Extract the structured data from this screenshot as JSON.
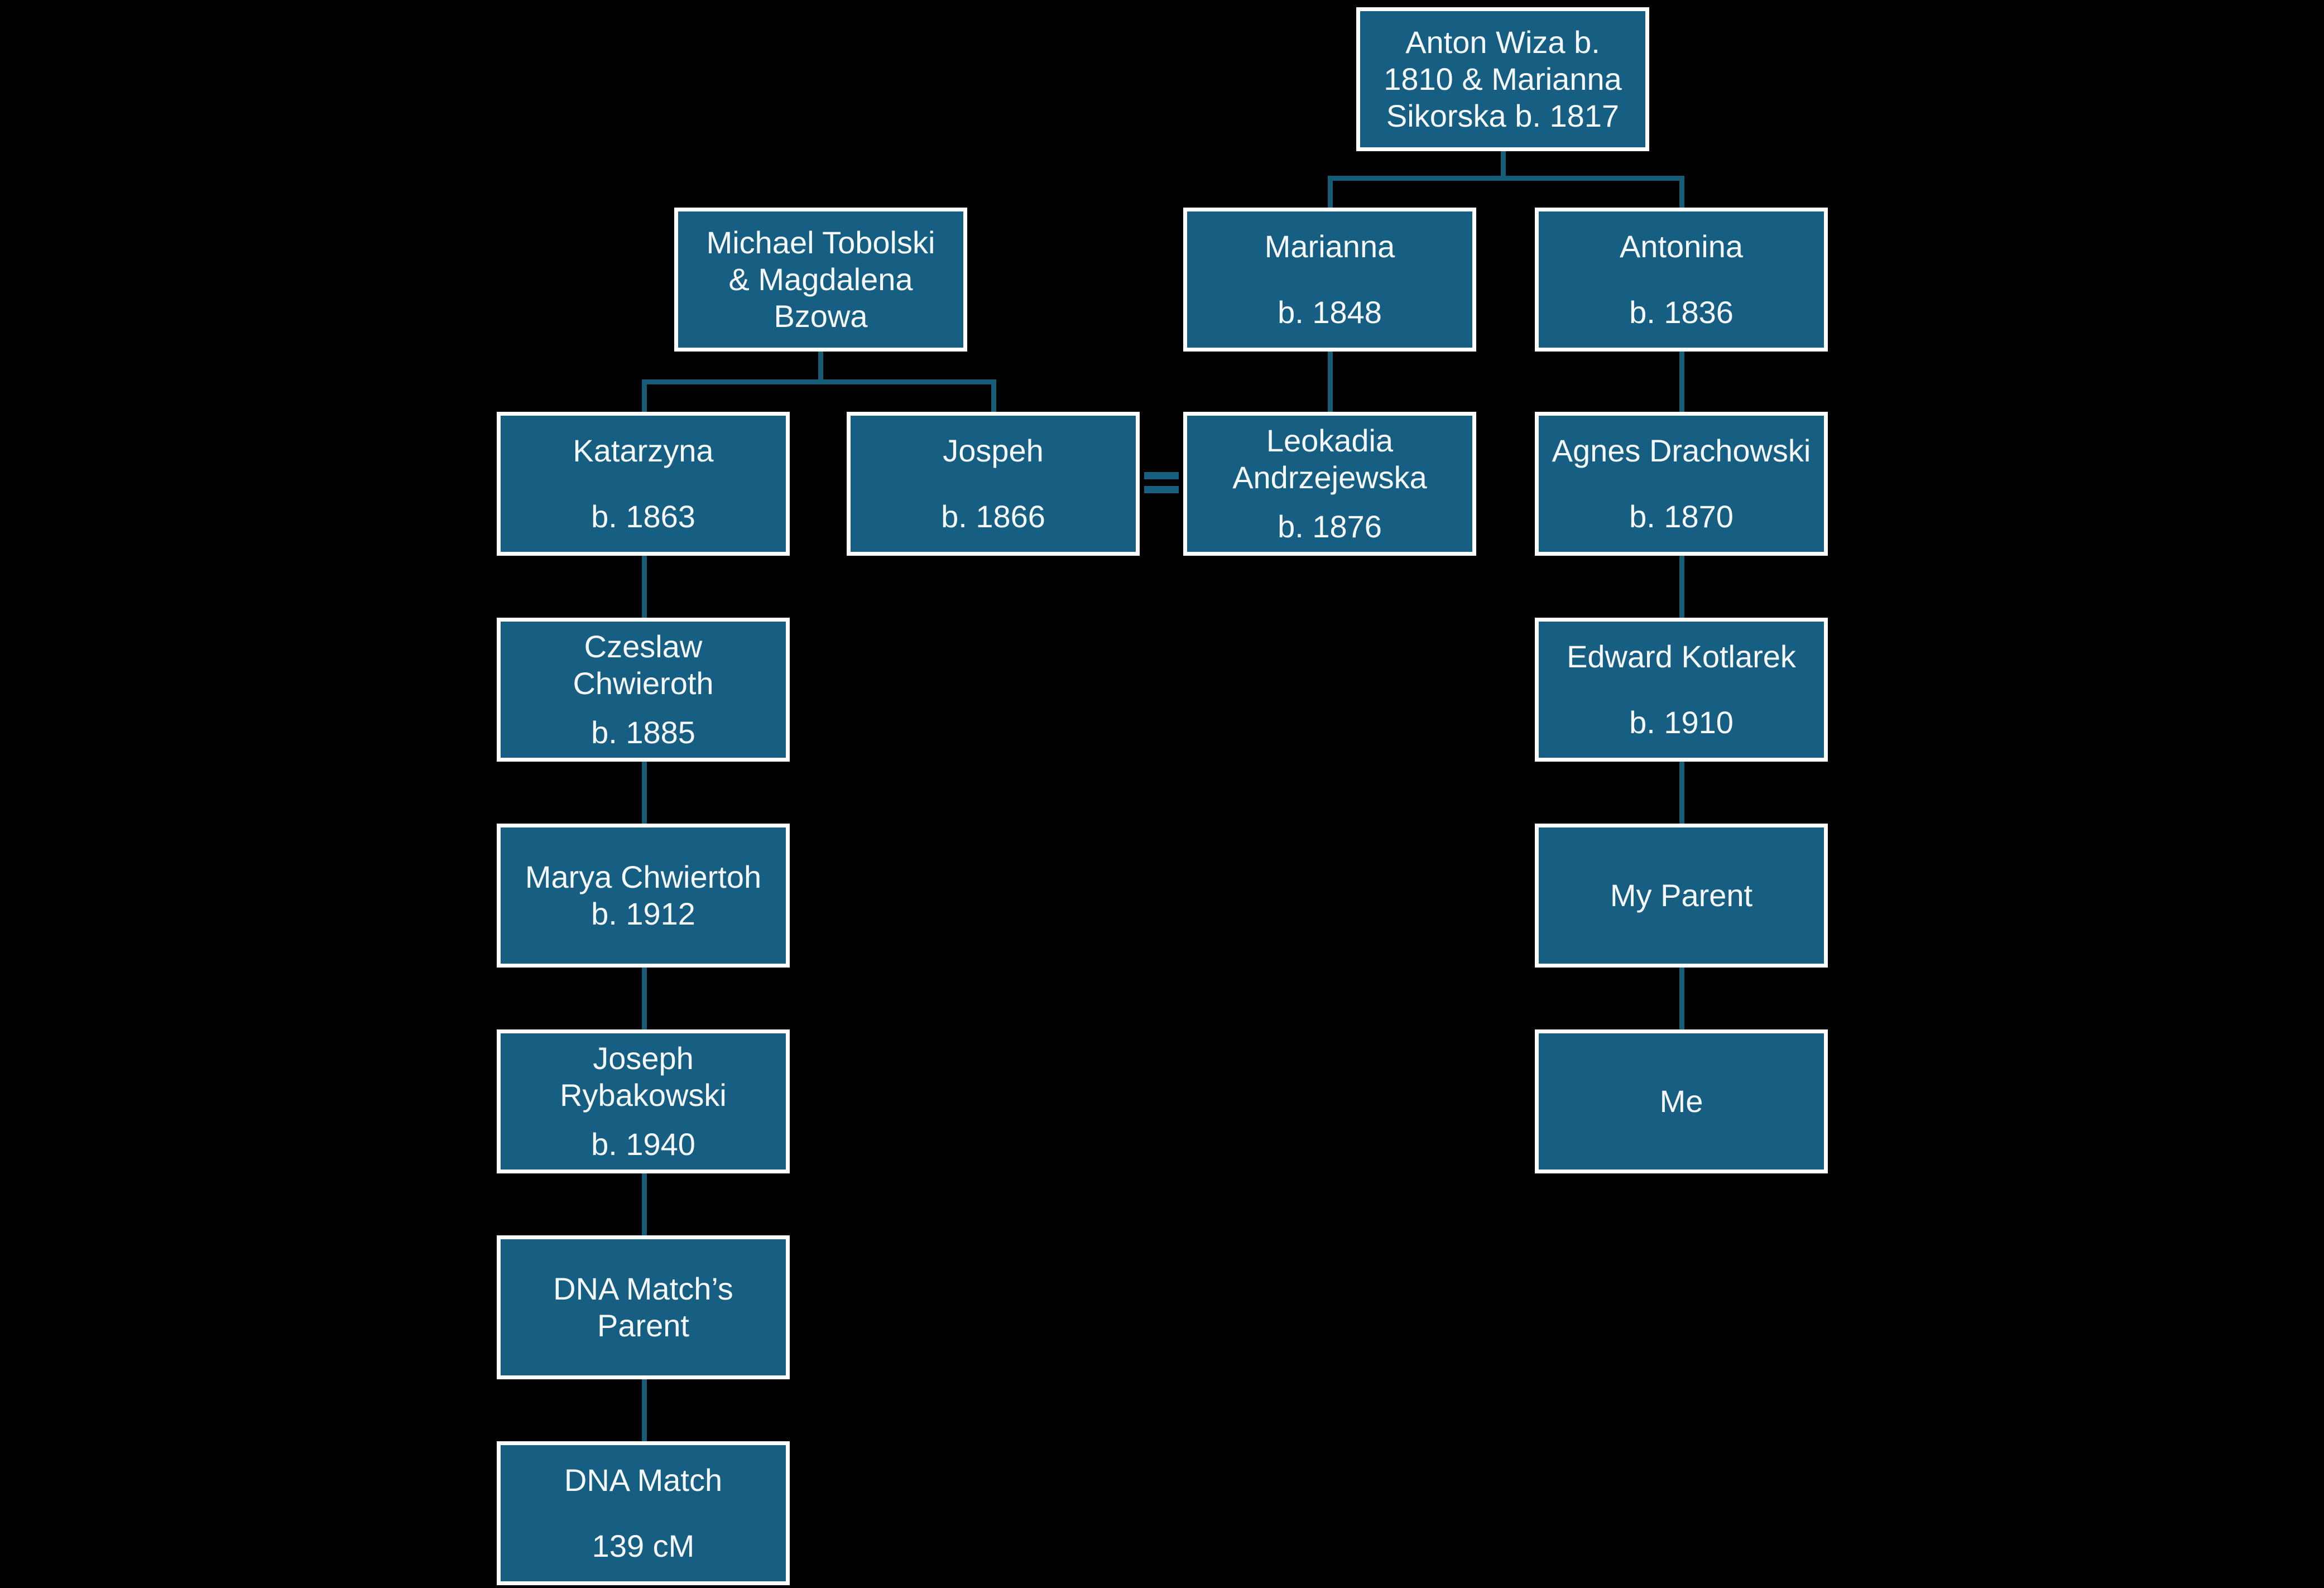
{
  "diagram": {
    "type": "family-tree",
    "spouse_marker": "=",
    "colors": {
      "background": "#000000",
      "box_fill": "#175F82",
      "box_border": "#FFFFFF",
      "connector": "#165C77",
      "text": "#F6F9FB"
    },
    "nodes": {
      "anton": {
        "name": "Anton Wiza b.\n1810 & Marianna\nSikorska b. 1817",
        "sub": ""
      },
      "michael": {
        "name": "Michael Tobolski\n& Magdalena\nBzowa",
        "sub": ""
      },
      "marianna": {
        "name": "Marianna",
        "sub": "b. 1848"
      },
      "antonina": {
        "name": "Antonina",
        "sub": "b. 1836"
      },
      "katarzyna": {
        "name": "Katarzyna",
        "sub": "b. 1863"
      },
      "jospeh": {
        "name": "Jospeh",
        "sub": "b. 1866"
      },
      "leokadia": {
        "name": "Leokadia\nAndrzejewska",
        "sub": "b. 1876"
      },
      "agnes": {
        "name": "Agnes Drachowski",
        "sub": "b. 1870"
      },
      "czeslaw": {
        "name": "Czeslaw\nChwieroth",
        "sub": "b. 1885"
      },
      "edward": {
        "name": "Edward Kotlarek",
        "sub": "b. 1910"
      },
      "marya": {
        "name": "Marya Chwiertoh",
        "sub": "b. 1912"
      },
      "my_parent": {
        "name": "My Parent",
        "sub": ""
      },
      "josephr": {
        "name": "Joseph\nRybakowski",
        "sub": "b. 1940"
      },
      "me": {
        "name": "Me",
        "sub": ""
      },
      "dna_match_parent": {
        "name": "DNA Match’s\nParent",
        "sub": ""
      },
      "dna_match": {
        "name": "DNA Match",
        "sub": "139 cM"
      }
    },
    "edges": [
      {
        "from": "anton",
        "to": "marianna",
        "type": "parent-child"
      },
      {
        "from": "anton",
        "to": "antonina",
        "type": "parent-child"
      },
      {
        "from": "michael",
        "to": "katarzyna",
        "type": "parent-child"
      },
      {
        "from": "michael",
        "to": "jospeh",
        "type": "parent-child"
      },
      {
        "from": "jospeh",
        "to": "leokadia",
        "type": "spouse"
      },
      {
        "from": "marianna",
        "to": "leokadia",
        "type": "parent-child"
      },
      {
        "from": "antonina",
        "to": "agnes",
        "type": "parent-child"
      },
      {
        "from": "katarzyna",
        "to": "czeslaw",
        "type": "parent-child"
      },
      {
        "from": "agnes",
        "to": "edward",
        "type": "parent-child"
      },
      {
        "from": "czeslaw",
        "to": "marya",
        "type": "parent-child"
      },
      {
        "from": "edward",
        "to": "my_parent",
        "type": "parent-child"
      },
      {
        "from": "marya",
        "to": "josephr",
        "type": "parent-child"
      },
      {
        "from": "my_parent",
        "to": "me",
        "type": "parent-child"
      },
      {
        "from": "josephr",
        "to": "dna_match_parent",
        "type": "parent-child"
      },
      {
        "from": "dna_match_parent",
        "to": "dna_match",
        "type": "parent-child"
      }
    ]
  }
}
